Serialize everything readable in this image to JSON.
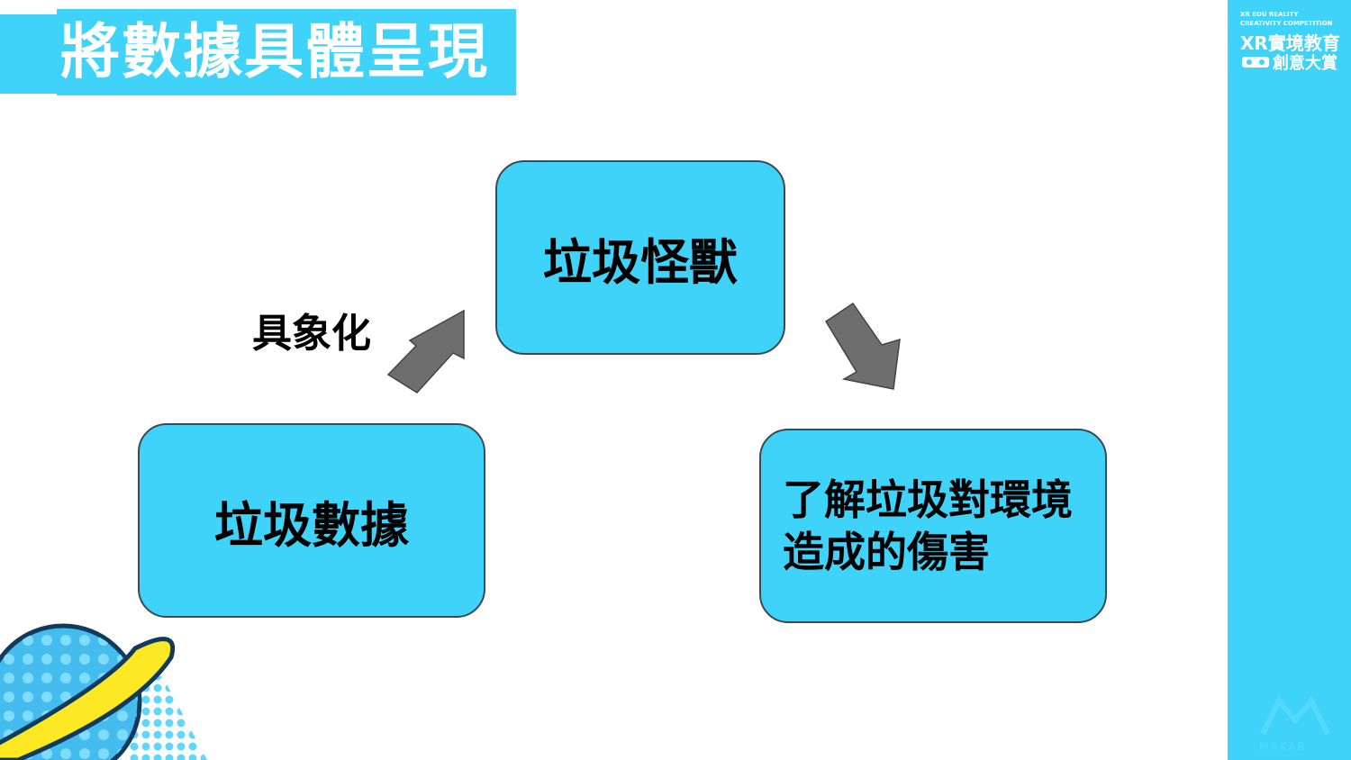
{
  "title": "將數據具體呈現",
  "logo": {
    "line1": "XR EDU REALITY",
    "line2": "CREATIVITY COMPETITION",
    "line3": "XR實境教育",
    "line4": "創意大賞",
    "watermark": "MAKAR"
  },
  "diagram": {
    "box_data": "垃圾數據",
    "box_monster": "垃圾怪獸",
    "box_result_line1": "了解垃圾對環境",
    "box_result_line2": "造成的傷害",
    "arrow_label": "具象化"
  },
  "colors": {
    "accent": "#40d3fa",
    "arrow": "#6e6e6e"
  }
}
